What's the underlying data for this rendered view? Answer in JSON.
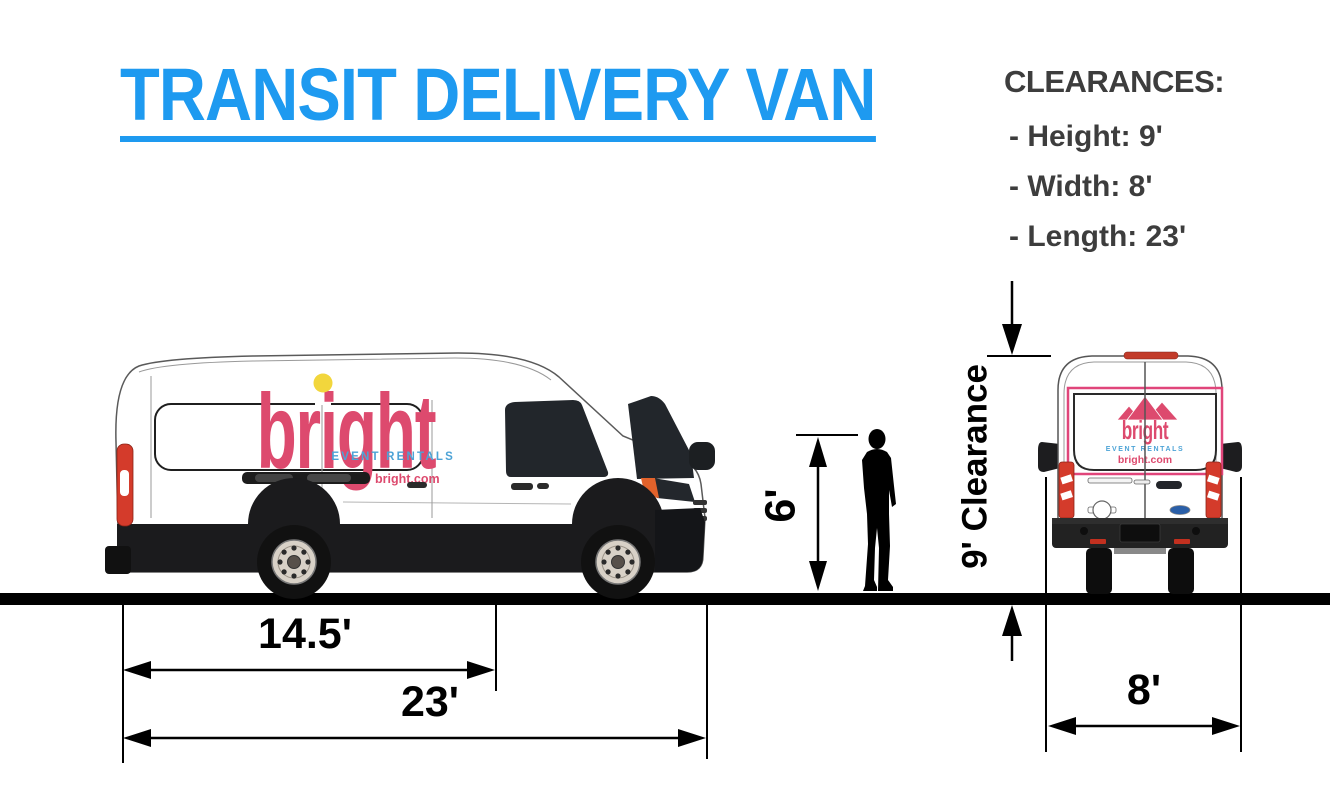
{
  "title": {
    "text": "TRANSIT DELIVERY VAN"
  },
  "clearances": {
    "heading": "CLEARANCES:",
    "items": [
      "- Height: 9'",
      "- Width: 8'",
      "- Length: 23'"
    ]
  },
  "dimensions": {
    "wheelbase_label": "14.5'",
    "length_label": "23'",
    "width_label": "8'",
    "person_label": "6'",
    "clearance_label": "9' Clearance"
  },
  "branding": {
    "logo": "bright",
    "tagline": "EVENT RENTALS",
    "website": "bright.com"
  },
  "colors": {
    "title_blue": "#1e9af0",
    "heading_gray": "#3d3d3d",
    "logo_pink": "#dd4a6e",
    "logo_dot_yellow": "#f2d63c",
    "tagline_blue": "#4da3d6",
    "tail_light_red": "#d43b2b",
    "ground_black": "#000000"
  }
}
